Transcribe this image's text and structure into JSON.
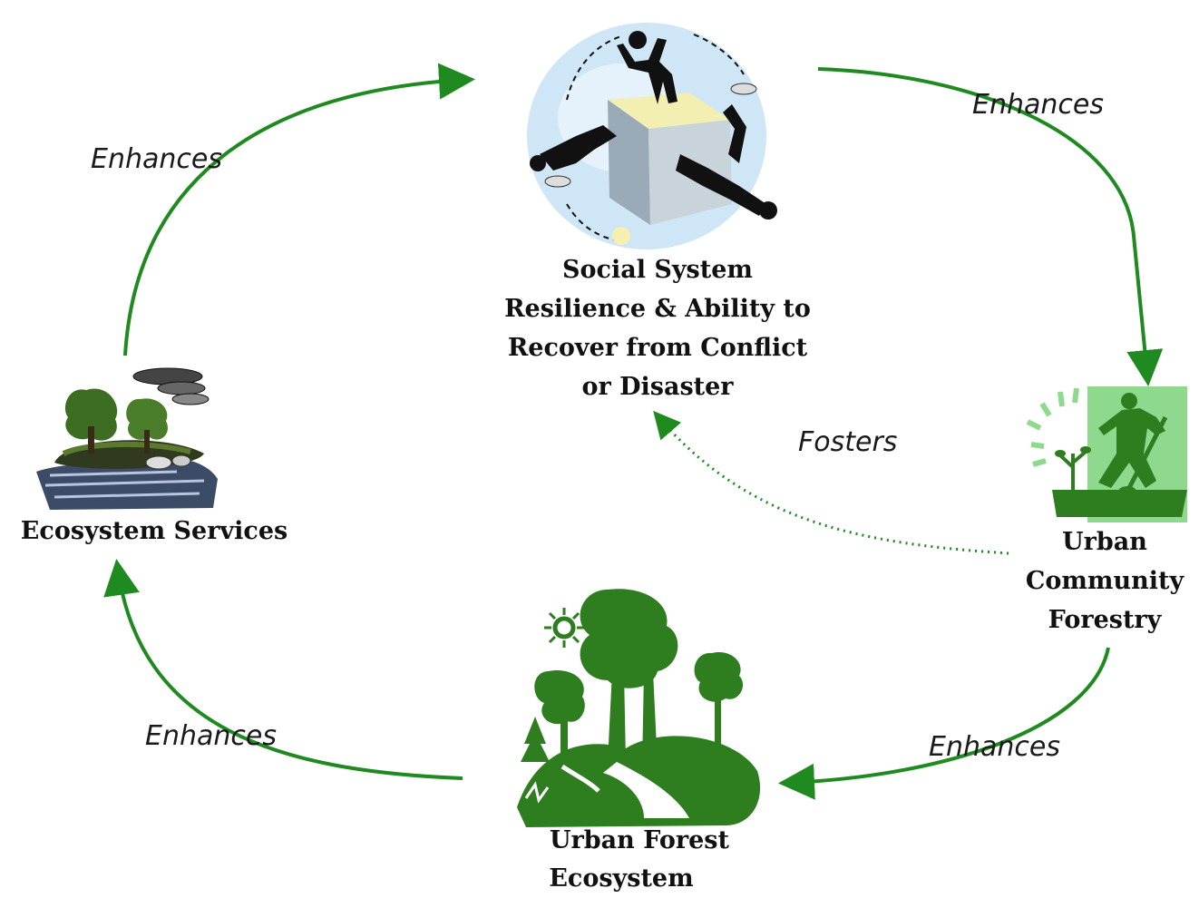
{
  "colors": {
    "arrow": "#1f8a1f",
    "forest": "#2e7d1f",
    "forest_light": "#8fd98f",
    "sky": "#cfe6f7",
    "figure": "#111111"
  },
  "nodes": {
    "social_system": {
      "icon": "acrobats-on-cube-icon",
      "lines": [
        "Social System",
        "Resilience & Ability to",
        "Recover from Conflict",
        "or Disaster"
      ]
    },
    "ecosystem_services": {
      "icon": "island-with-trees-icon",
      "lines": [
        "Ecosystem Services"
      ]
    },
    "urban_community_forestry": {
      "icon": "person-planting-tree-icon",
      "lines": [
        "Urban",
        "Community",
        "Forestry"
      ]
    },
    "urban_forest_ecosystem": {
      "icon": "forest-silhouette-icon",
      "lines": [
        "Urban Forest",
        "Ecosystem"
      ]
    }
  },
  "edges": {
    "ecosystem_to_social": {
      "label": "Enhances",
      "style": "solid"
    },
    "social_to_community": {
      "label": "Enhances",
      "style": "solid"
    },
    "community_to_forest": {
      "label": "Enhances",
      "style": "solid"
    },
    "forest_to_ecosystem": {
      "label": "Enhances",
      "style": "solid"
    },
    "community_to_social": {
      "label": "Fosters",
      "style": "dotted"
    }
  }
}
